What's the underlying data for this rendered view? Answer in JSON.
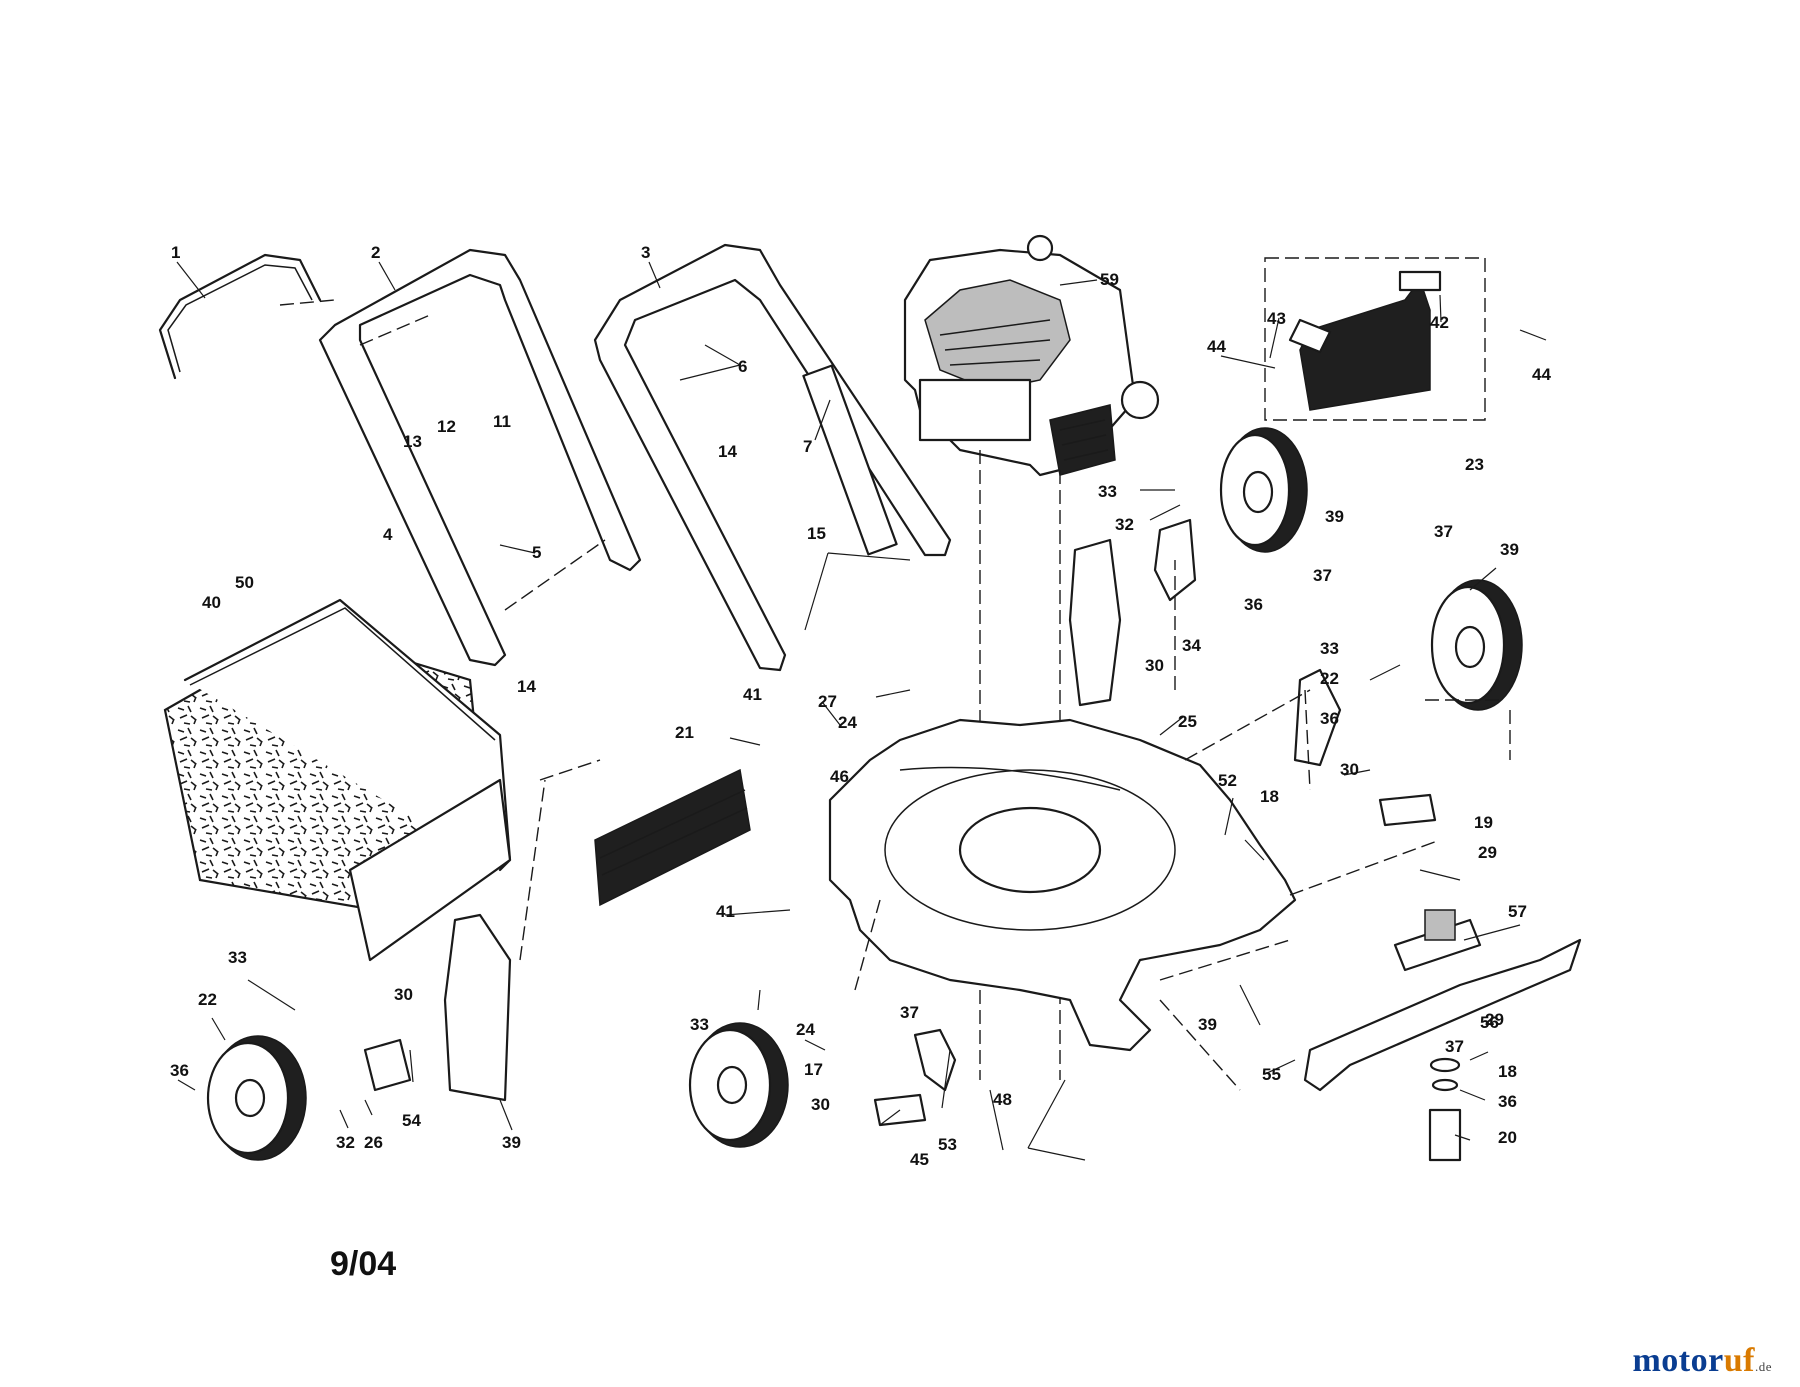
{
  "diagram": {
    "date_code": "9/04",
    "watermark": {
      "name": "motoruf",
      "suffix": ".de",
      "colors": [
        "#0a3d91",
        "#d97a00"
      ]
    },
    "callouts": [
      {
        "id": "c1",
        "label": "1"
      },
      {
        "id": "c2",
        "label": "2"
      },
      {
        "id": "c3",
        "label": "3"
      },
      {
        "id": "c59",
        "label": "59"
      },
      {
        "id": "c43",
        "label": "43"
      },
      {
        "id": "c42",
        "label": "42"
      },
      {
        "id": "c44a",
        "label": "44"
      },
      {
        "id": "c44b",
        "label": "44"
      },
      {
        "id": "c13",
        "label": "13"
      },
      {
        "id": "c12",
        "label": "12"
      },
      {
        "id": "c11",
        "label": "11"
      },
      {
        "id": "c6",
        "label": "6"
      },
      {
        "id": "c7",
        "label": "7"
      },
      {
        "id": "c23",
        "label": "23"
      },
      {
        "id": "c14a",
        "label": "14"
      },
      {
        "id": "c33a",
        "label": "33"
      },
      {
        "id": "c39a",
        "label": "39"
      },
      {
        "id": "c32a",
        "label": "32"
      },
      {
        "id": "c5",
        "label": "5"
      },
      {
        "id": "c4",
        "label": "4"
      },
      {
        "id": "c15",
        "label": "15"
      },
      {
        "id": "c37a",
        "label": "37"
      },
      {
        "id": "c37b",
        "label": "37"
      },
      {
        "id": "c39b",
        "label": "39"
      },
      {
        "id": "c36a",
        "label": "36"
      },
      {
        "id": "c40",
        "label": "40"
      },
      {
        "id": "c50",
        "label": "50"
      },
      {
        "id": "c30a",
        "label": "30"
      },
      {
        "id": "c34",
        "label": "34"
      },
      {
        "id": "c33b",
        "label": "33"
      },
      {
        "id": "c22a",
        "label": "22"
      },
      {
        "id": "c14b",
        "label": "14"
      },
      {
        "id": "c41a",
        "label": "41"
      },
      {
        "id": "c27",
        "label": "27"
      },
      {
        "id": "c24a",
        "label": "24"
      },
      {
        "id": "c25",
        "label": "25"
      },
      {
        "id": "c36b",
        "label": "36"
      },
      {
        "id": "c21",
        "label": "21"
      },
      {
        "id": "c46",
        "label": "46"
      },
      {
        "id": "c30b",
        "label": "30"
      },
      {
        "id": "c52",
        "label": "52"
      },
      {
        "id": "c18a",
        "label": "18"
      },
      {
        "id": "c19",
        "label": "19"
      },
      {
        "id": "c29a",
        "label": "29"
      },
      {
        "id": "c41b",
        "label": "41"
      },
      {
        "id": "c57",
        "label": "57"
      },
      {
        "id": "c33c",
        "label": "33"
      },
      {
        "id": "c30c",
        "label": "30"
      },
      {
        "id": "c37c",
        "label": "37"
      },
      {
        "id": "c56",
        "label": "56"
      },
      {
        "id": "c29b",
        "label": "29"
      },
      {
        "id": "c37d",
        "label": "37"
      },
      {
        "id": "c33d",
        "label": "33"
      },
      {
        "id": "c24b",
        "label": "24"
      },
      {
        "id": "c39c",
        "label": "39"
      },
      {
        "id": "c22b",
        "label": "22"
      },
      {
        "id": "c17",
        "label": "17"
      },
      {
        "id": "c55",
        "label": "55"
      },
      {
        "id": "c18b",
        "label": "18"
      },
      {
        "id": "c48",
        "label": "48"
      },
      {
        "id": "c54",
        "label": "54"
      },
      {
        "id": "c36c",
        "label": "36"
      },
      {
        "id": "c32b",
        "label": "32"
      },
      {
        "id": "c26",
        "label": "26"
      },
      {
        "id": "c39d",
        "label": "39"
      },
      {
        "id": "c36d",
        "label": "36"
      },
      {
        "id": "c30d",
        "label": "30"
      },
      {
        "id": "c53",
        "label": "53"
      },
      {
        "id": "c20",
        "label": "20"
      },
      {
        "id": "c45",
        "label": "45"
      }
    ]
  }
}
